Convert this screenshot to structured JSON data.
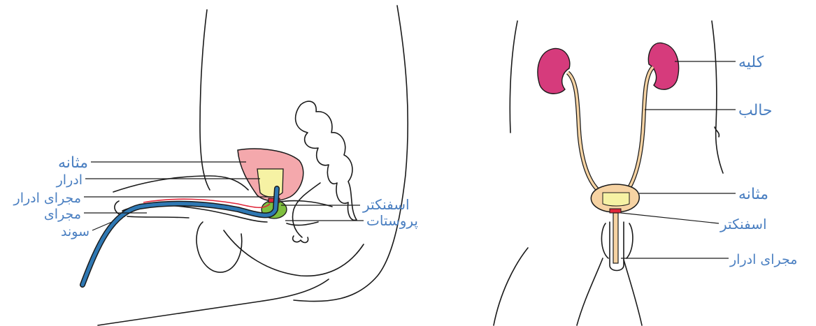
{
  "colors": {
    "label": "#4a7fc1",
    "outline": "#1a1a1a",
    "kidney": "#d63b7c",
    "bladder_outer": "#f4a8ac",
    "urine": "#f6f2a4",
    "catheter": "#2f78b3",
    "prostate": "#7fbf3f",
    "sphincter": "#e0263a",
    "bladder_front": "#f6d3a3"
  },
  "left_diagram": {
    "labels": {
      "bladder": "مثانه",
      "urine": "ادرار",
      "urinary_tract": "مجرای ادرار",
      "tract": "مجرای",
      "catheter": "سوند",
      "sphincter": "اسفنکتر",
      "prostate": "پروستات"
    }
  },
  "right_diagram": {
    "labels": {
      "kidney": "کلیه",
      "ureter": "حالب",
      "bladder": "مثانه",
      "sphincter": "اسفنکتر",
      "urethra": "مجرای ادرار"
    }
  }
}
